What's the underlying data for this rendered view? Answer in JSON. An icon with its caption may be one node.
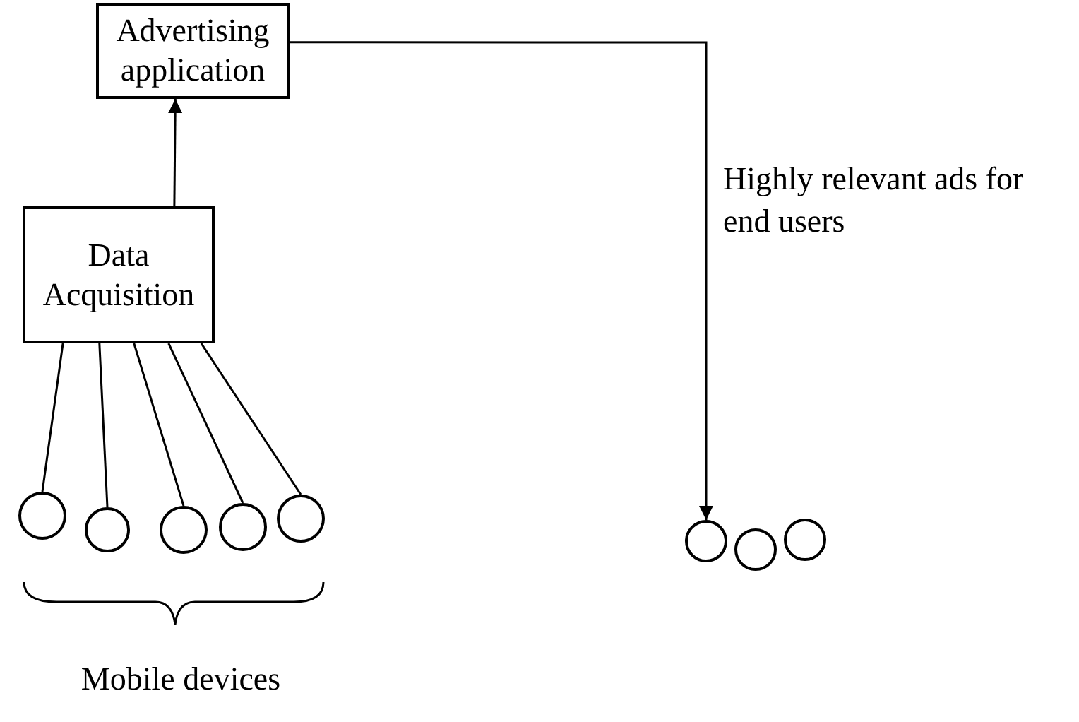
{
  "diagram": {
    "nodes": [
      {
        "text": [
          "Advertising application"
        ]
      },
      {
        "text": [
          "Data Acquisition"
        ]
      },
      {
        "text": [],
        "shape": "circle"
      },
      {
        "text": [],
        "shape": "circle"
      },
      {
        "text": [],
        "shape": "circle"
      },
      {
        "text": [],
        "shape": "circle"
      },
      {
        "text": [],
        "shape": "circle"
      },
      {
        "text": [],
        "shape": "circle"
      },
      {
        "text": [],
        "shape": "circle"
      },
      {
        "text": [],
        "shape": "circle"
      }
    ],
    "edges": [
      {
        "from": 1,
        "to": 0,
        "arrow": "to"
      },
      {
        "from": 0,
        "to": 7,
        "arrow": "to",
        "label": "Highly relevant ads for end users"
      },
      {
        "from": 2,
        "to": 1,
        "arrow": "none"
      },
      {
        "from": 3,
        "to": 1,
        "arrow": "none"
      },
      {
        "from": 4,
        "to": 1,
        "arrow": "none"
      },
      {
        "from": 5,
        "to": 1,
        "arrow": "none"
      },
      {
        "from": 6,
        "to": 1,
        "arrow": "none"
      }
    ],
    "labels": [
      "Mobile devices"
    ]
  }
}
